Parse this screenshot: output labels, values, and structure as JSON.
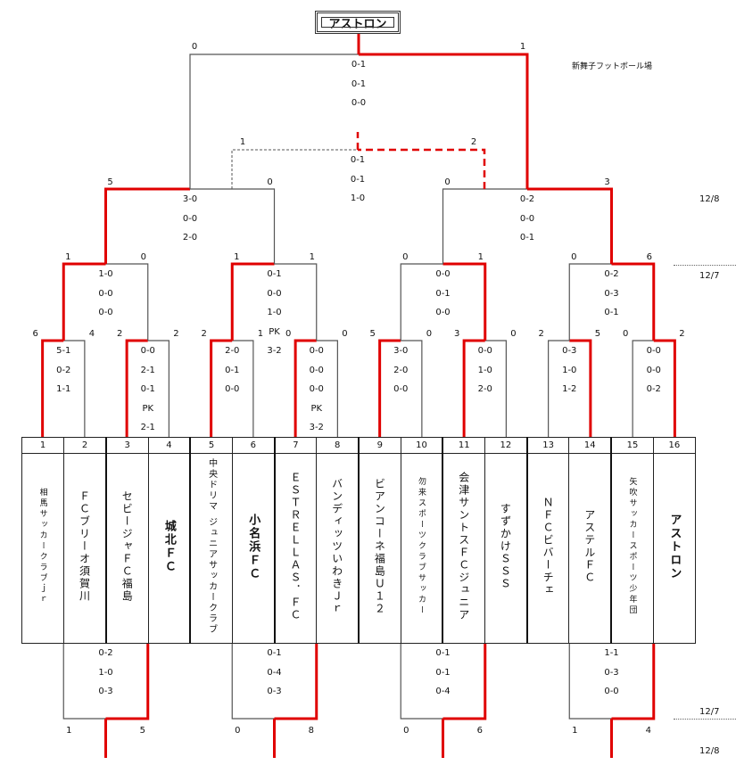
{
  "title": "アストロン",
  "venue": "新舞子フットボール場",
  "dates": {
    "upper_r1_r2": "12/7",
    "upper_r3_final": "12/8",
    "lower_r1": "12/7",
    "lower_r2": "12/8"
  },
  "teams": [
    {
      "no": "1",
      "name": "相馬サッカークラブｊｒ"
    },
    {
      "no": "2",
      "name": "ＦＣブリーオ須賀川"
    },
    {
      "no": "3",
      "name": "セビージャＦＣ福島"
    },
    {
      "no": "4",
      "name": "城北ＦＣ"
    },
    {
      "no": "5",
      "name": "中央ドリマ ジュニアサッカークラブ",
      "lines": [
        "ジュニアサッカークラブ",
        "中央ドリマ"
      ]
    },
    {
      "no": "6",
      "name": "小名浜ＦＣ"
    },
    {
      "no": "7",
      "name": "ＥＳＴＲＥＬＬＡＳ．ＦＣ"
    },
    {
      "no": "8",
      "name": "バンディッツいわきＪｒ"
    },
    {
      "no": "9",
      "name": "ビアンコーネ福島Ｕ１２"
    },
    {
      "no": "10",
      "name": "勿来スポーツクラブサッカー"
    },
    {
      "no": "11",
      "name": "会津サントスＦＣジュニア"
    },
    {
      "no": "12",
      "name": "すずかけＳＳＳ"
    },
    {
      "no": "13",
      "name": "ＮＦＣビバーチェ"
    },
    {
      "no": "14",
      "name": "アステルＦＣ"
    },
    {
      "no": "15",
      "name": "矢吹サッカースポーツ少年団"
    },
    {
      "no": "16",
      "name": "アストロン"
    }
  ],
  "upper_bracket": {
    "round1": [
      {
        "teams": [
          "1",
          "2"
        ],
        "goals": [
          "6",
          "4"
        ],
        "periods": [
          "5-1",
          "0-2",
          "1-1"
        ],
        "winner": 0
      },
      {
        "teams": [
          "3",
          "4"
        ],
        "goals": [
          "2",
          "2"
        ],
        "periods": [
          "0-0",
          "2-1",
          "0-1",
          "PK",
          "2-1"
        ],
        "winner": 0
      },
      {
        "teams": [
          "5",
          "6"
        ],
        "goals": [
          "2",
          "1"
        ],
        "periods": [
          "2-0",
          "0-1",
          "0-0"
        ],
        "winner": 0
      },
      {
        "teams": [
          "7",
          "8"
        ],
        "goals": [
          "0",
          "0"
        ],
        "periods": [
          "0-0",
          "0-0",
          "0-0",
          "PK",
          "3-2"
        ],
        "winner": 0
      },
      {
        "teams": [
          "9",
          "10"
        ],
        "goals": [
          "5",
          "0"
        ],
        "periods": [
          "3-0",
          "2-0",
          "0-0"
        ],
        "winner": 0
      },
      {
        "teams": [
          "11",
          "12"
        ],
        "goals": [
          "3",
          "0"
        ],
        "periods": [
          "0-0",
          "1-0",
          "2-0"
        ],
        "winner": 0
      },
      {
        "teams": [
          "13",
          "14"
        ],
        "goals": [
          "2",
          "5"
        ],
        "periods": [
          "0-3",
          "1-0",
          "1-2"
        ],
        "winner": 1
      },
      {
        "teams": [
          "15",
          "16"
        ],
        "goals": [
          "0",
          "2"
        ],
        "periods": [
          "0-0",
          "0-0",
          "0-2"
        ],
        "winner": 1
      }
    ],
    "round2": [
      {
        "goals": [
          "1",
          "0"
        ],
        "periods": [
          "1-0",
          "0-0",
          "0-0"
        ],
        "winner": 0
      },
      {
        "goals": [
          "1",
          "1"
        ],
        "periods": [
          "0-1",
          "0-0",
          "1-0",
          "PK",
          "3-2"
        ],
        "winner": 0
      },
      {
        "goals": [
          "0",
          "1"
        ],
        "periods": [
          "0-0",
          "0-1",
          "0-0"
        ],
        "winner": 1
      },
      {
        "goals": [
          "0",
          "6"
        ],
        "periods": [
          "0-2",
          "0-3",
          "0-1"
        ],
        "winner": 1
      }
    ],
    "semifinals": [
      {
        "goals": [
          "5",
          "0"
        ],
        "periods": [
          "3-0",
          "0-0",
          "2-0"
        ],
        "winner": 0
      },
      {
        "goals": [
          "0",
          "3"
        ],
        "periods": [
          "0-2",
          "0-0",
          "0-1"
        ],
        "winner": 1
      }
    ],
    "final": {
      "goals": [
        "0",
        "1"
      ],
      "periods": [
        "0-1",
        "0-1",
        "0-0"
      ],
      "winner": 1
    },
    "third_place": {
      "goals": [
        "1",
        "2"
      ],
      "periods": [
        "0-1",
        "0-1",
        "1-0"
      ],
      "winner": 1
    }
  },
  "lower_bracket": [
    {
      "goals": [
        "1",
        "5"
      ],
      "periods": [
        "0-2",
        "1-0",
        "0-3"
      ],
      "winner": 1
    },
    {
      "goals": [
        "0",
        "8"
      ],
      "periods": [
        "0-1",
        "0-4",
        "0-3"
      ],
      "winner": 1
    },
    {
      "goals": [
        "0",
        "6"
      ],
      "periods": [
        "0-1",
        "0-1",
        "0-4"
      ],
      "winner": 1
    },
    {
      "goals": [
        "1",
        "4"
      ],
      "periods": [
        "1-1",
        "0-3",
        "0-0"
      ],
      "winner": 1
    }
  ],
  "colors": {
    "win_line": "#e00000",
    "line": "#555555",
    "text": "#111111"
  }
}
